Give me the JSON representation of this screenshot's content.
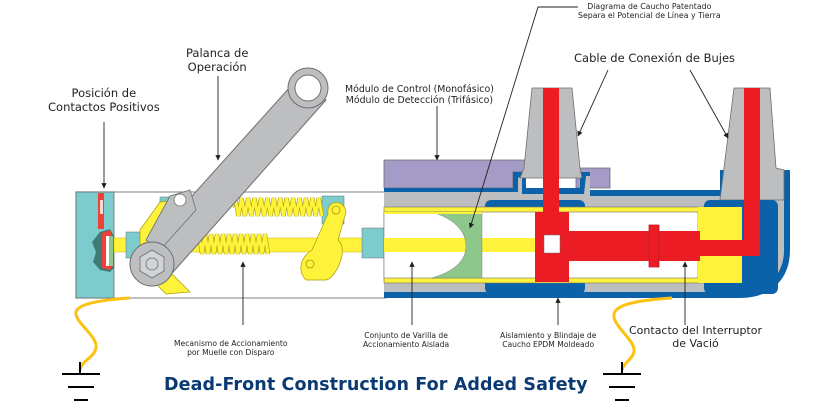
{
  "title": "Dead-Front Construction For Added Safety",
  "colors": {
    "title": "#0b3a73",
    "teal": "#7ccccd",
    "yellow": "#fff23a",
    "grey_lever": "#bcbec0",
    "purple": "#a59bc7",
    "blue_shield": "#0b62a8",
    "red_conductor": "#ec1c24",
    "green_diaphragm": "#8dc78b",
    "ground_wire": "#fbc212"
  },
  "labels": {
    "positive_contacts": [
      "Posición de",
      "Contactos Positivos"
    ],
    "operating_lever": [
      "Palanca de",
      "Operación"
    ],
    "control_module": [
      "Módulo de Control (Monofásico)",
      "Módulo de Detección (Trifásico)"
    ],
    "patented_diaphragm": [
      "Diagrama de Caucho Patentado",
      "Separa el Potencial de Línea y Tierra"
    ],
    "bushing_cable": [
      "Cable de Conexión de Bujes"
    ],
    "spring_mechanism": [
      "Mecanismo de Accionamiento",
      "por Muelle con Disparo"
    ],
    "rod_assembly": [
      "Conjunto de Varilla de",
      "Accionamiento Aislada"
    ],
    "epdm_insulation": [
      "Aislamiento y Blindaje de",
      "Caucho EPDM Moldeado"
    ],
    "vacuum_contact": [
      "Contacto del Interruptor",
      "de Vació"
    ]
  },
  "icons": {
    "ground_left": "ground-symbol",
    "ground_right": "ground-symbol"
  }
}
